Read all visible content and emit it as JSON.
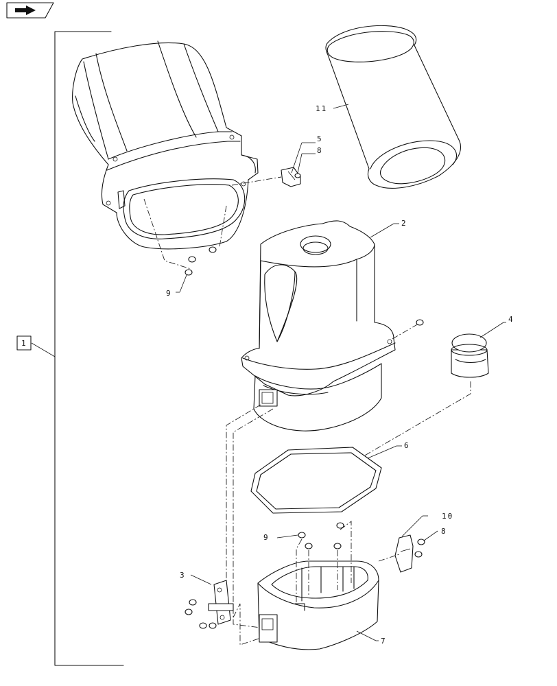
{
  "diagram": {
    "callouts": {
      "c1": "1",
      "c2": "2",
      "c3": "3",
      "c4": "4",
      "c5": "5",
      "c6": "6",
      "c7": "7",
      "c8a": "8",
      "c8b": "8",
      "c9a": "9",
      "c9b": "9",
      "c10": "10",
      "c11": "11"
    }
  }
}
